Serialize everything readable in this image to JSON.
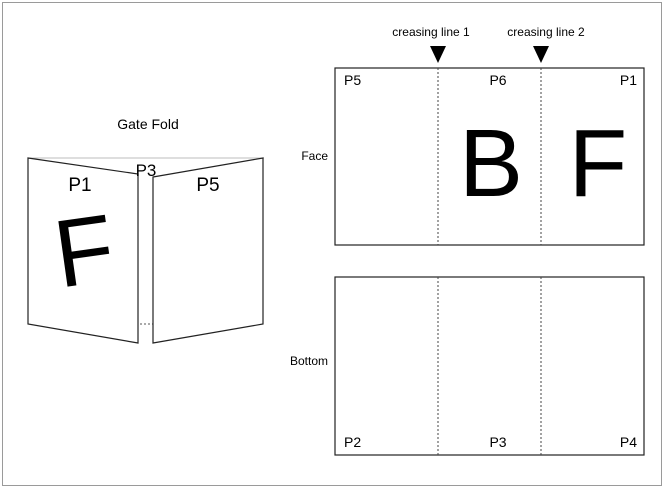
{
  "gate_fold": {
    "title": "Gate Fold",
    "left_panel_label": "P1",
    "center_label": "P3",
    "right_panel_label": "P5",
    "big_letter": "F"
  },
  "face": {
    "row_label": "Face",
    "panels": [
      {
        "label": "P5",
        "letter": ""
      },
      {
        "label": "P6",
        "letter": "B"
      },
      {
        "label": "P1",
        "letter": "F"
      }
    ]
  },
  "bottom": {
    "row_label": "Bottom",
    "panels": [
      {
        "label": "P2"
      },
      {
        "label": "P3"
      },
      {
        "label": "P4"
      }
    ]
  },
  "creasing": {
    "line1_label": "creasing line 1",
    "line2_label": "creasing line 2"
  }
}
